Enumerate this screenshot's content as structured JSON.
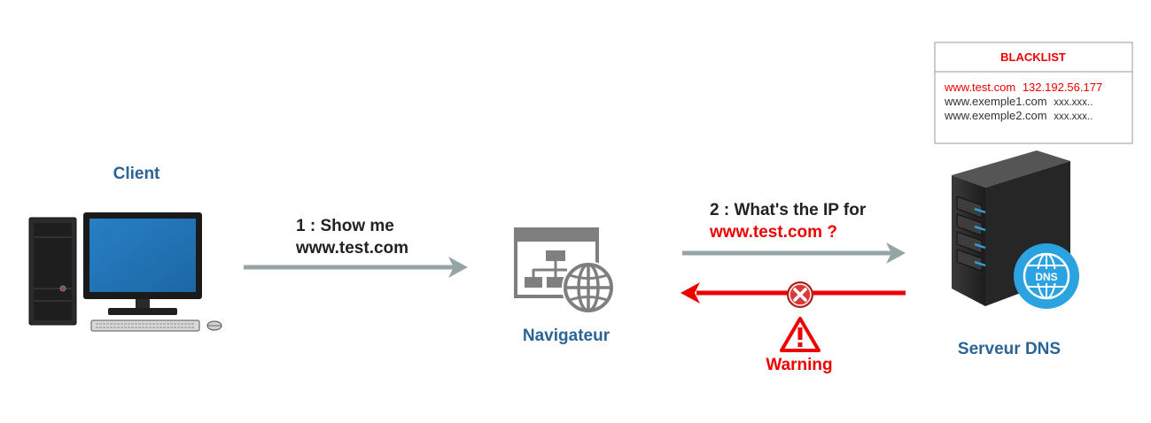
{
  "nodes": {
    "client": {
      "label": "Client"
    },
    "browser": {
      "label": "Navigateur"
    },
    "dns": {
      "label": "Serveur DNS",
      "badge": "DNS"
    }
  },
  "edges": {
    "request": {
      "line1": "1 : Show me",
      "line2": "www.test.com"
    },
    "query": {
      "line1": "2 : What's the IP for",
      "line2": "www.test.com ?"
    },
    "response": {
      "warning": "Warning"
    }
  },
  "blacklist": {
    "title": "BLACKLIST",
    "entries": [
      {
        "domain": "www.test.com",
        "ip": "132.192.56.177",
        "flagged": true
      },
      {
        "domain": "www.exemple1.com",
        "ip": "xxx.xxx..",
        "flagged": false
      },
      {
        "domain": "www.exemple2.com",
        "ip": "xxx.xxx..",
        "flagged": false
      }
    ]
  },
  "colors": {
    "label_blue": "#2a6496",
    "alert_red": "#ee0000",
    "arrow_gray": "#95a5a6",
    "icon_gray": "#7f7f7f",
    "dns_blue": "#2aa3e0",
    "screen_blue": "#1f74b8"
  }
}
